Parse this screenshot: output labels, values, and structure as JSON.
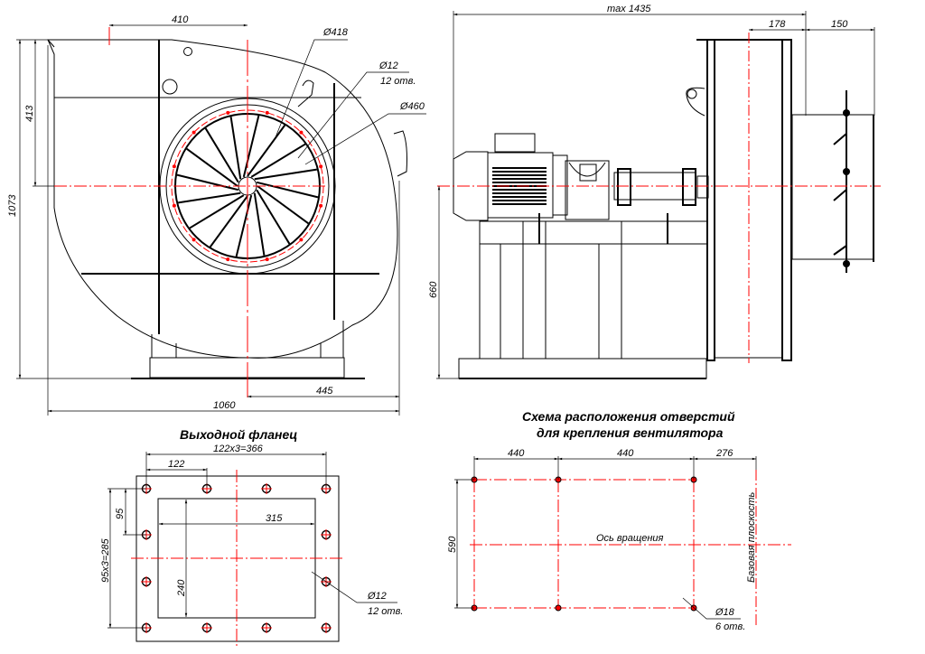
{
  "drawing": {
    "subject": "Centrifugal fan — general arrangement drawing",
    "front_view": {
      "dimensions": {
        "top_offset": "410",
        "total_height": "1073",
        "axis_to_top": "413",
        "total_width": "1060",
        "axis_to_right": "445",
        "inlet_dia": "Ø418",
        "flange_hole_dia": "Ø12",
        "flange_hole_count": "12 отв.",
        "flange_pcd": "Ø460"
      },
      "impeller_blades": 16
    },
    "side_view": {
      "dimensions": {
        "overall_length": "max 1435",
        "casing_to_base_plane": "178",
        "damper_length": "150",
        "axis_height": "660"
      }
    },
    "outlet_flange": {
      "title": "Выходной фланец",
      "dimensions": {
        "hole_span_x": "122x3=366",
        "hole_pitch_x": "122",
        "hole_pitch_y": "95",
        "hole_span_y": "95x3=285",
        "opening_width": "315",
        "opening_height": "240",
        "hole_dia": "Ø12",
        "hole_count": "12 отв."
      }
    },
    "mounting_scheme": {
      "title_line1": "Схема расположения отверстий",
      "title_line2": "для крепления вентилятора",
      "dimensions": {
        "pitch_1": "440",
        "pitch_2": "440",
        "to_base_plane": "276",
        "row_spacing": "590",
        "hole_dia": "Ø18",
        "hole_count": "6 отв."
      },
      "labels": {
        "rotation_axis": "Ось вращения",
        "base_plane": "Базовая плоскость"
      }
    },
    "colors": {
      "line": "#000000",
      "centerline": "#ff0000"
    }
  }
}
